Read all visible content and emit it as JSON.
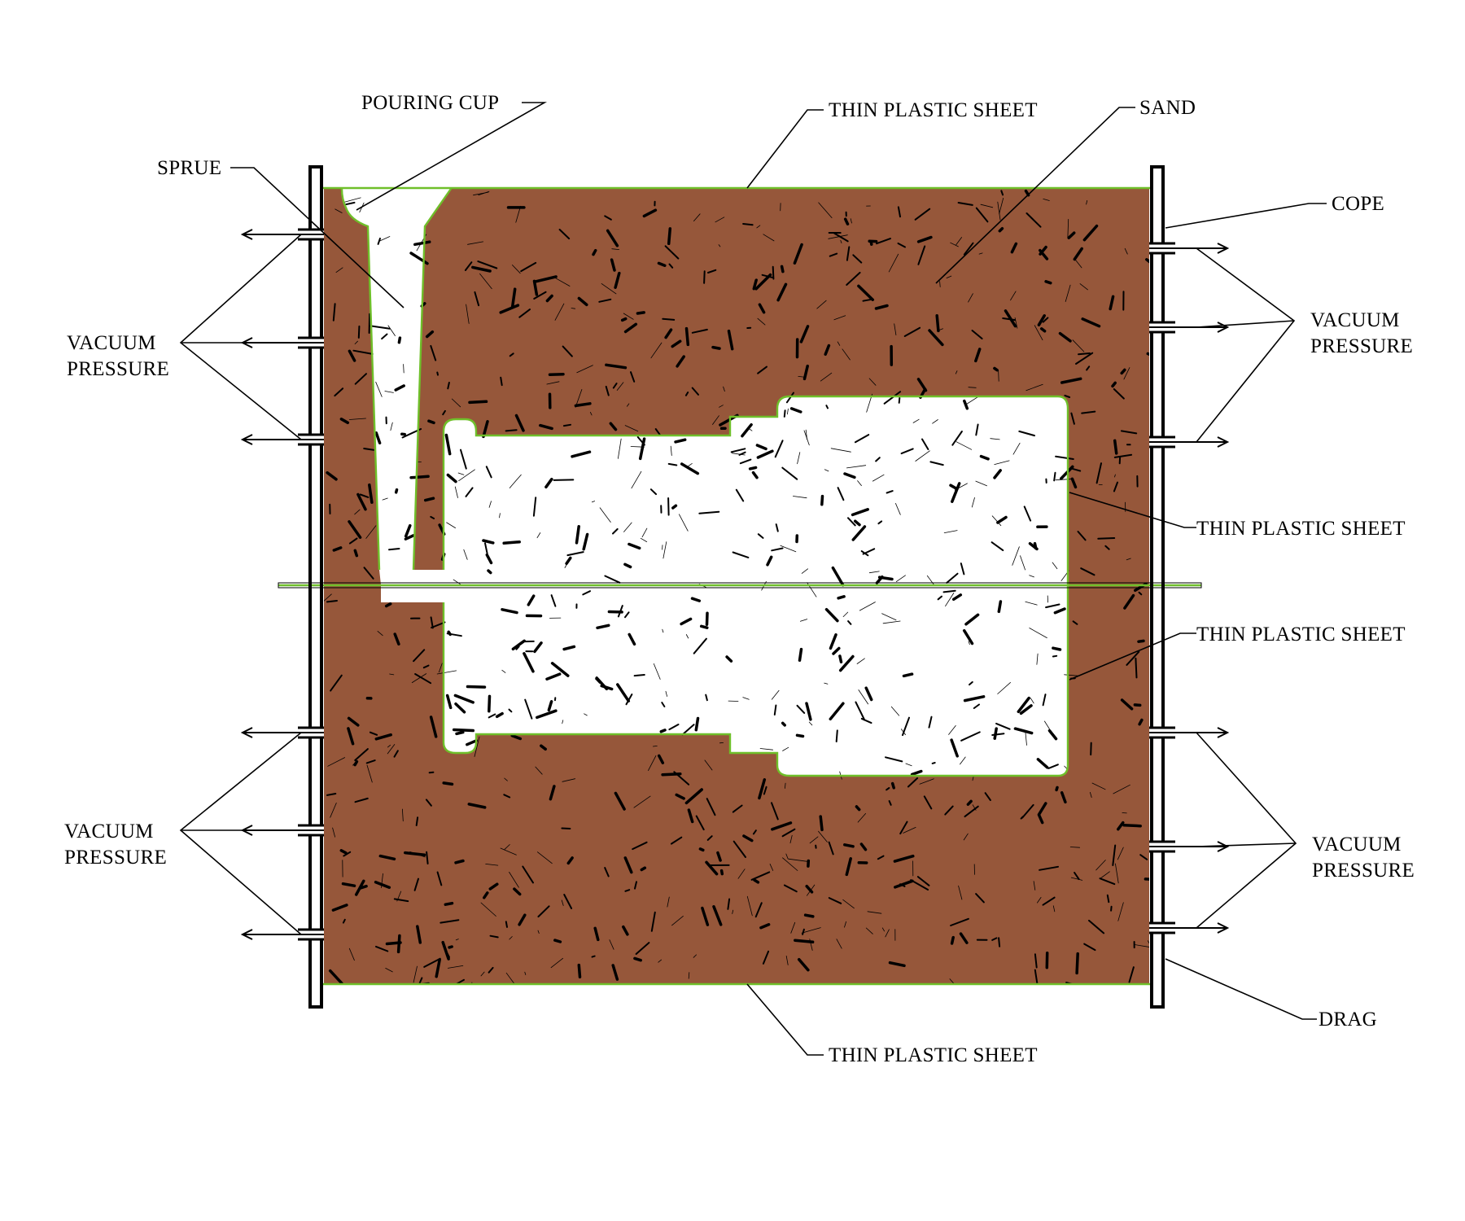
{
  "labels": {
    "pouring_cup": "POURING CUP",
    "sprue": "SPRUE",
    "plastic_top": "THIN PLASTIC SHEET",
    "sand": "SAND",
    "cope": "COPE",
    "vacuum_left_top_1": "VACUUM",
    "vacuum_left_top_2": "PRESSURE",
    "vacuum_right_top_1": "VACUUM",
    "vacuum_right_top_2": "PRESSURE",
    "plastic_mid_upper": "THIN PLASTIC SHEET",
    "plastic_mid_lower": "THIN PLASTIC SHEET",
    "vacuum_left_bottom_1": "VACUUM",
    "vacuum_left_bottom_2": "PRESSURE",
    "vacuum_right_bottom_1": "VACUUM",
    "vacuum_right_bottom_2": "PRESSURE",
    "drag": "DRAG",
    "plastic_bottom": "THIN PLASTIC SHEET"
  },
  "colors": {
    "sand": "#96573a",
    "plastic_film": "#6fbf2a",
    "flask_wall": "#000000",
    "cavity": "#ffffff"
  }
}
